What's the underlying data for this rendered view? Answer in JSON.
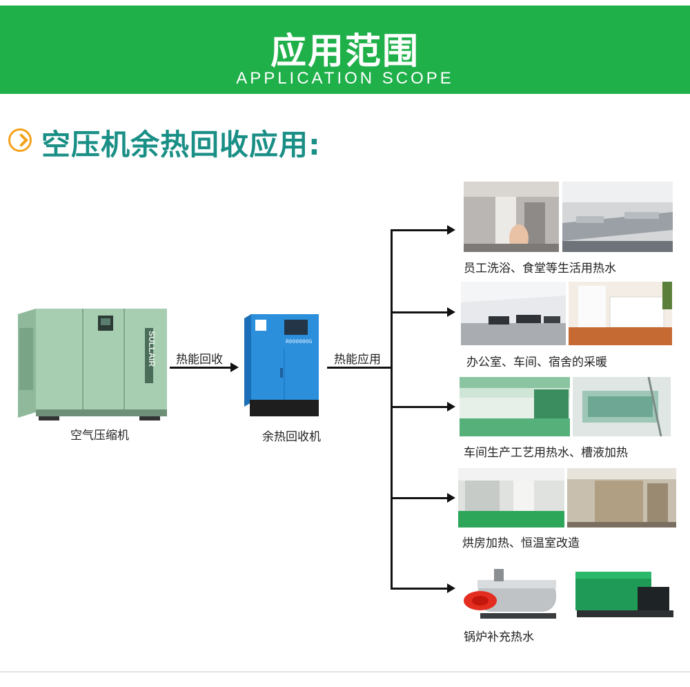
{
  "header": {
    "title": "应用范围",
    "subtitle": "APPLICATION SCOPE"
  },
  "section": {
    "title": "空压机余热回收应用:",
    "icon": "chevron-right-icon"
  },
  "flow": {
    "compressor_label": "空气压缩机",
    "compressor_brand": "SULLAIR",
    "arrow1_label": "热能回收",
    "recovery_label": "余热回收机",
    "recovery_display": "R000000G",
    "arrow2_label": "热能应用"
  },
  "applications": [
    {
      "caption": "员工洗浴、食堂等生活用热水"
    },
    {
      "caption": "办公室、车间、宿舍的采暖"
    },
    {
      "caption": "车间生产工艺用热水、槽液加热"
    },
    {
      "caption": "烘房加热、恒温室改造"
    },
    {
      "caption": "锅炉补充热水"
    }
  ],
  "colors": {
    "banner": "#1fb04a",
    "section_title": "#1a8f86",
    "icon_accent": "#f3a21a"
  }
}
